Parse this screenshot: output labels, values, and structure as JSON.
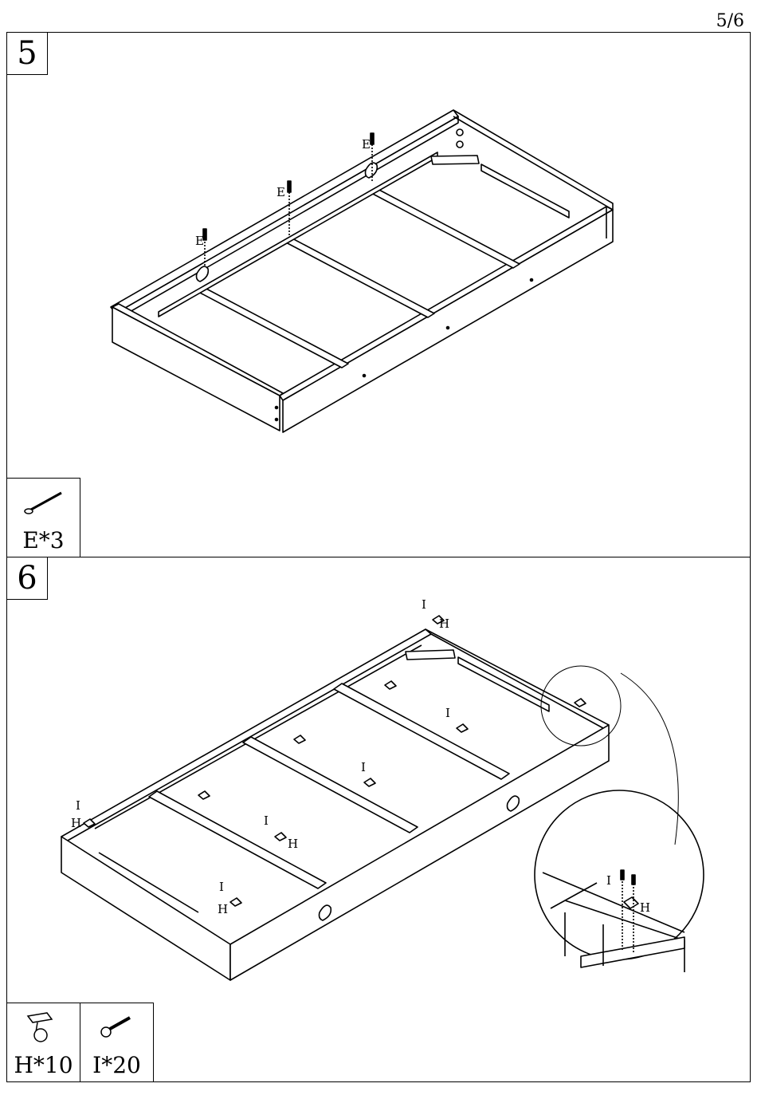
{
  "page": {
    "number": "5/6"
  },
  "steps": [
    {
      "number": "5",
      "callout_label": "E",
      "parts": [
        {
          "icon": "long-screw-icon",
          "label": "E*3"
        }
      ]
    },
    {
      "number": "6",
      "caster_label": "H",
      "screw_label": "I",
      "parts": [
        {
          "icon": "caster-wheel-icon",
          "label": "H*10"
        },
        {
          "icon": "short-screw-icon",
          "label": "I*20"
        }
      ]
    }
  ]
}
